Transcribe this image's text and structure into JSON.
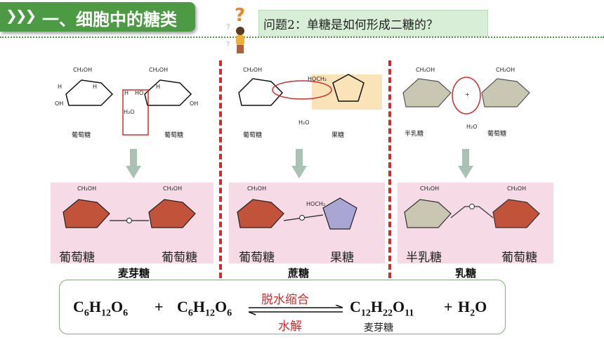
{
  "header": {
    "chevrons": "❯❯❯",
    "title": "一、细胞中的糖类",
    "question": "问题2：单糖是如何形成二糖的？"
  },
  "panels": [
    {
      "top_left_label": "葡萄糖",
      "top_right_label": "葡萄糖",
      "water": "H₂O",
      "bottom_left_label": "葡萄糖",
      "bottom_right_label": "葡萄糖",
      "name": "麦芽糖"
    },
    {
      "top_left_label": "葡萄糖",
      "top_right_label": "果糖",
      "water": "H₂O",
      "bottom_left_label": "葡萄糖",
      "bottom_right_label": "果糖",
      "name": "蔗糖"
    },
    {
      "top_left_label": "半乳糖",
      "top_right_label": "葡萄糖",
      "water": "H₂O",
      "bottom_left_label": "半乳糖",
      "bottom_right_label": "葡萄糖",
      "name": "乳糖"
    }
  ],
  "chem": {
    "ch2oh": "CH₂OH",
    "hoch2": "HOCH₂",
    "oh": "OH",
    "ho": "HO",
    "h": "H",
    "o": "O",
    "plus": "+"
  },
  "equation": {
    "reactant1": "C6H12O6",
    "plus1": "+",
    "reactant2": "C6H12O6",
    "forward": "脱水缩合",
    "reverse": "水解",
    "product": "C12H22O11",
    "product_name": "麦芽糖",
    "plus2": "+",
    "water": "H2O"
  },
  "colors": {
    "banner_green": "#4d9a44",
    "question_bg": "#d8eed7",
    "panel_pink": "#f6dbe6",
    "glucose_red": "#c0533a",
    "fructose_purple": "#a9a6d3",
    "galactose_gray": "#b7b49e",
    "highlight_red": "#d32b2b"
  }
}
